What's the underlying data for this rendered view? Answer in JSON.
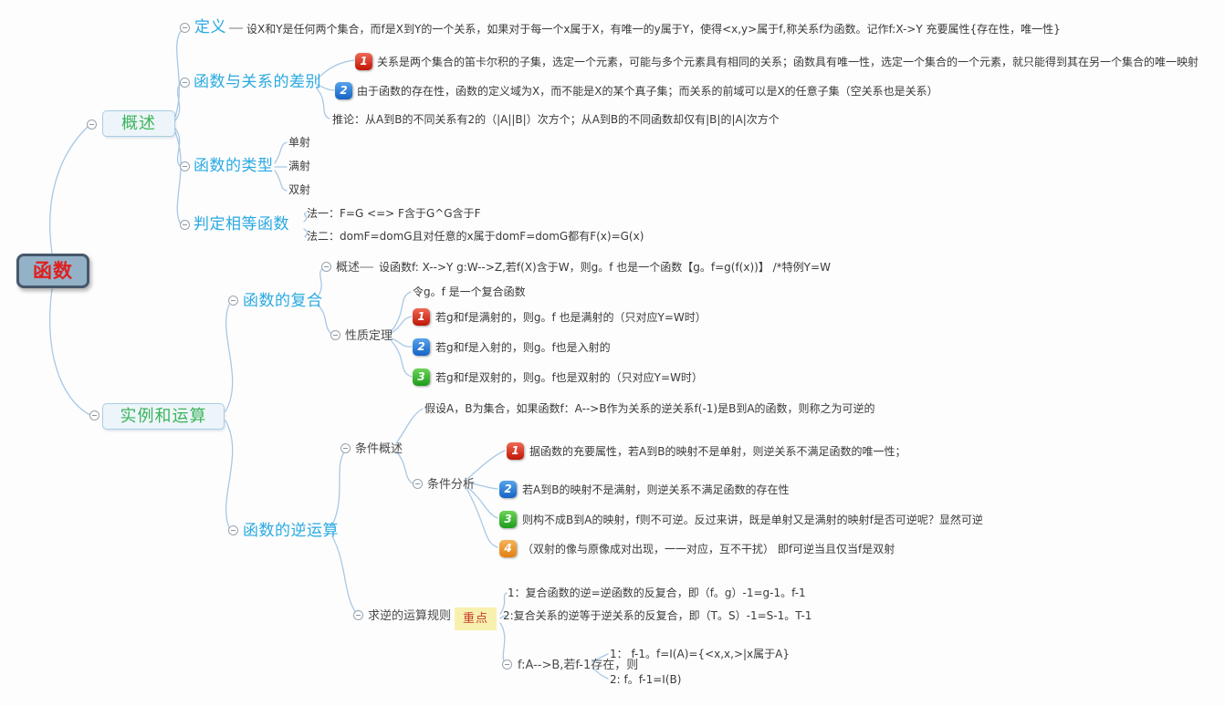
{
  "root_label": "函数",
  "colors": {
    "root_text": "#e01f1f",
    "root_fill": "#93b2c8",
    "root_border": "#46586b",
    "main_topic_text": "#3bb45a",
    "main_topic_fill": "#edf5fa",
    "branch_label_blue": "#29a9e2",
    "connector_blue": "#a8c8e6",
    "badge_red": "#c01505",
    "badge_blue": "#1563c4",
    "badge_green": "#1d9c1d",
    "badge_orange": "#e0800f",
    "tag_bg": "#f8f0ae",
    "tag_text": "#c43c2c"
  },
  "overview": {
    "label": "概述",
    "definition": {
      "label": "定义",
      "text": "设X和Y是任何两个集合，而f是X到Y的一个关系，如果对于每一个x属于X，有唯一的y属于Y，使得<x,y>属于f,称关系f为函数。记作f:X->Y 充要属性{存在性，唯一性}"
    },
    "difference": {
      "label": "函数与关系的差别",
      "item1_num": "1",
      "item1": "关系是两个集合的笛卡尔积的子集，选定一个元素，可能与多个元素具有相同的关系；函数具有唯一性，选定一个集合的一个元素，就只能得到其在另一个集合的唯一映射",
      "item2_num": "2",
      "item2": "由于函数的存在性，函数的定义域为X，而不能是X的某个真子集；而关系的前域可以是X的任意子集（空关系也是关系）",
      "corollary": "推论：从A到B的不同关系有2的（|A||B|）次方个；从A到B的不同函数却仅有|B|的|A|次方个"
    },
    "types": {
      "label": "函数的类型",
      "item1": "单射",
      "item2": "满射",
      "item3": "双射"
    },
    "equality": {
      "label": "判定相等函数",
      "rule1": "法一：F=G <=> F含于G^G含于F",
      "rule2": "法二：domF=domG且对任意的x属于domF=domG都有F(x)=G(x)"
    }
  },
  "operations": {
    "label": "实例和运算",
    "composition": {
      "label": "函数的复合",
      "overview_label": "概述",
      "overview_text": "设函数f: X-->Y g:W-->Z,若f(X)含于W，则g。f 也是一个函数【g。f=g(f(x))】 /*特例Y=W",
      "theorem": {
        "label": "性质定理",
        "intro": "令g。f 是一个复合函数",
        "item1_num": "1",
        "item1": "若g和f是满射的，则g。f 也是满射的（只对应Y=W时）",
        "item2_num": "2",
        "item2": "若g和f是入射的，则g。f也是入射的",
        "item3_num": "3",
        "item3": "若g和f是双射的，则g。f也是双射的（只对应Y=W时）"
      }
    },
    "inverse": {
      "label": "函数的逆运算",
      "condition": {
        "label": "条件概述",
        "text": "假设A，B为集合，如果函数f：A-->B作为关系的逆关系f(-1)是B到A的函数，则称之为可逆的",
        "analysis": {
          "label": "条件分析",
          "item1_num": "1",
          "item1": "据函数的充要属性，若A到B的映射不是单射，则逆关系不满足函数的唯一性；",
          "item2_num": "2",
          "item2": "若A到B的映射不是满射，则逆关系不满足函数的存在性",
          "item3_num": "3",
          "item3": "则构不成B到A的映射，f则不可逆。反过来讲，既是单射又是满射的映射f是否可逆呢？显然可逆",
          "item4_num": "4",
          "item4": "（双射的像与原像成对出现，一一对应，互不干扰） 即f可逆当且仅当f是双射"
        }
      },
      "rules": {
        "label": "求逆的运算规则",
        "tag": "重点",
        "item1": "1：复合函数的逆=逆函数的反复合，即（f。g）-1=g-1。f-1",
        "item2": "2:复合关系的逆等于逆关系的反复合，即（T。S）-1=S-1。T-1",
        "identity": {
          "label": "f:A-->B,若f-1存在，则",
          "item1": "1： f-1。f=I(A)={<x,x,>|x属于A}",
          "item2": "2: f。f-1=I(B)"
        }
      }
    }
  }
}
